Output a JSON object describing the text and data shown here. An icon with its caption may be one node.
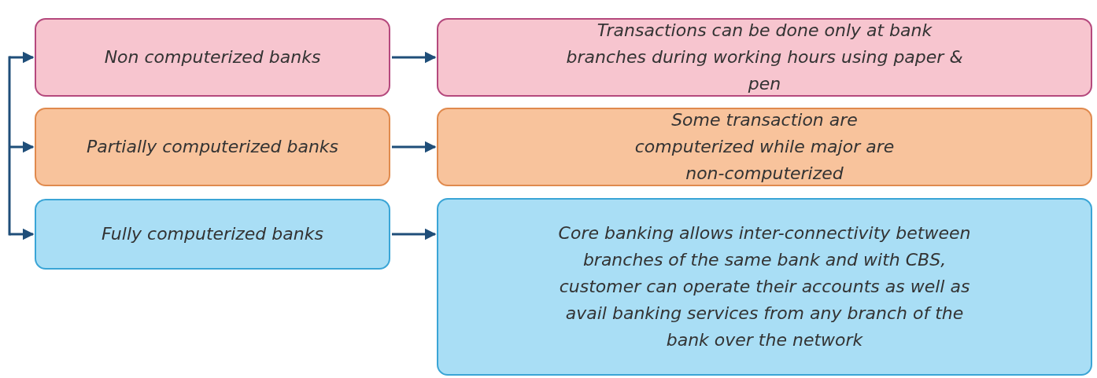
{
  "diagram": {
    "nodes": [
      {
        "text": [
          "Non computerized banks"
        ]
      },
      {
        "text": [
          "Transactions can be done only at bank branches during working hours using paper & pen"
        ]
      },
      {
        "text": [
          "Partially computerized banks"
        ]
      },
      {
        "text": [
          "Some transaction are computerized while major are non-computerized"
        ]
      },
      {
        "text": [
          "Fully computerized banks"
        ]
      },
      {
        "text": [
          "Core banking allows inter-connectivity between branches of the same bank and with CBS, customer can operate their accounts as well as avail banking services from any branch of the bank over the network"
        ]
      }
    ],
    "edges": [
      {
        "from": null,
        "to": 0,
        "arrow": "to"
      },
      {
        "from": null,
        "to": 2,
        "arrow": "to"
      },
      {
        "from": null,
        "to": 4,
        "arrow": "to"
      },
      {
        "from": 0,
        "to": 1,
        "arrow": "to"
      },
      {
        "from": 2,
        "to": 3,
        "arrow": "to"
      },
      {
        "from": 4,
        "to": 5,
        "arrow": "to"
      }
    ]
  }
}
